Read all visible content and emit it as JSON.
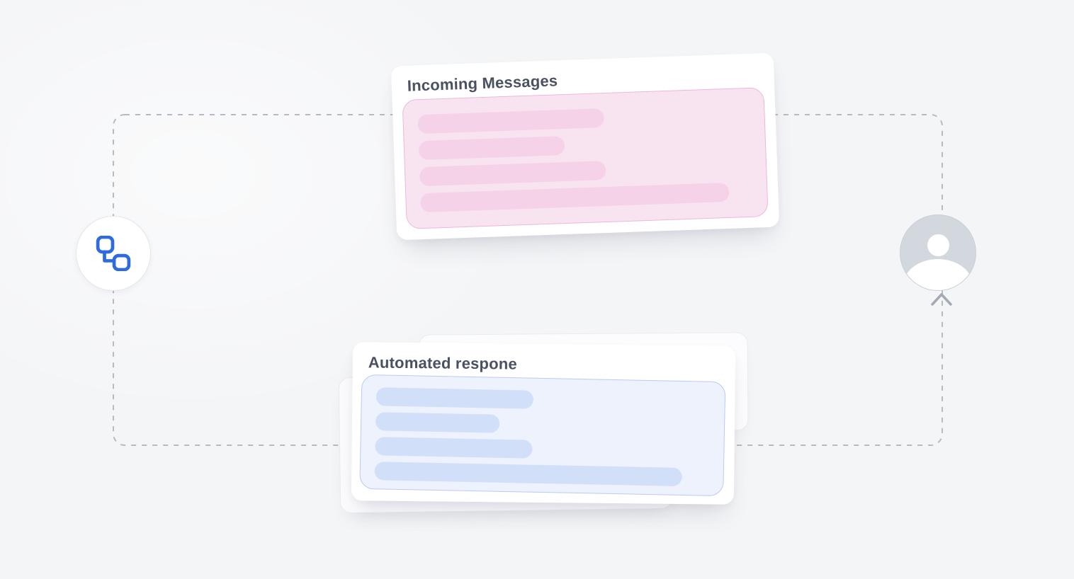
{
  "canvas": {
    "background": "#f4f5f7"
  },
  "flow": {
    "connector_color": "#b6bac3",
    "connector_dash": "7 8",
    "arrow_color": "#a4a9b3"
  },
  "workflow_node": {
    "icon": "workflow-icon",
    "icon_color": "#2e6ae0",
    "background": "#ffffff"
  },
  "incoming_card": {
    "title": "Incoming Messages",
    "title_color": "#4a5160",
    "panel": {
      "background": "#f8e4f1",
      "border": "#eab9d9",
      "bar_color": "#f5d2e8",
      "bar_widths_pct": [
        56,
        44,
        56,
        93
      ]
    }
  },
  "response_card": {
    "title": "Automated respone",
    "title_color": "#4a5160",
    "panel": {
      "background": "#edf2fd",
      "border": "#b9cbf2",
      "bar_color": "#d2dff9",
      "bar_widths_pct": [
        47,
        37,
        47,
        92
      ]
    }
  },
  "user_avatar": {
    "background": "#d3d7de",
    "figure_color": "#ffffff"
  }
}
